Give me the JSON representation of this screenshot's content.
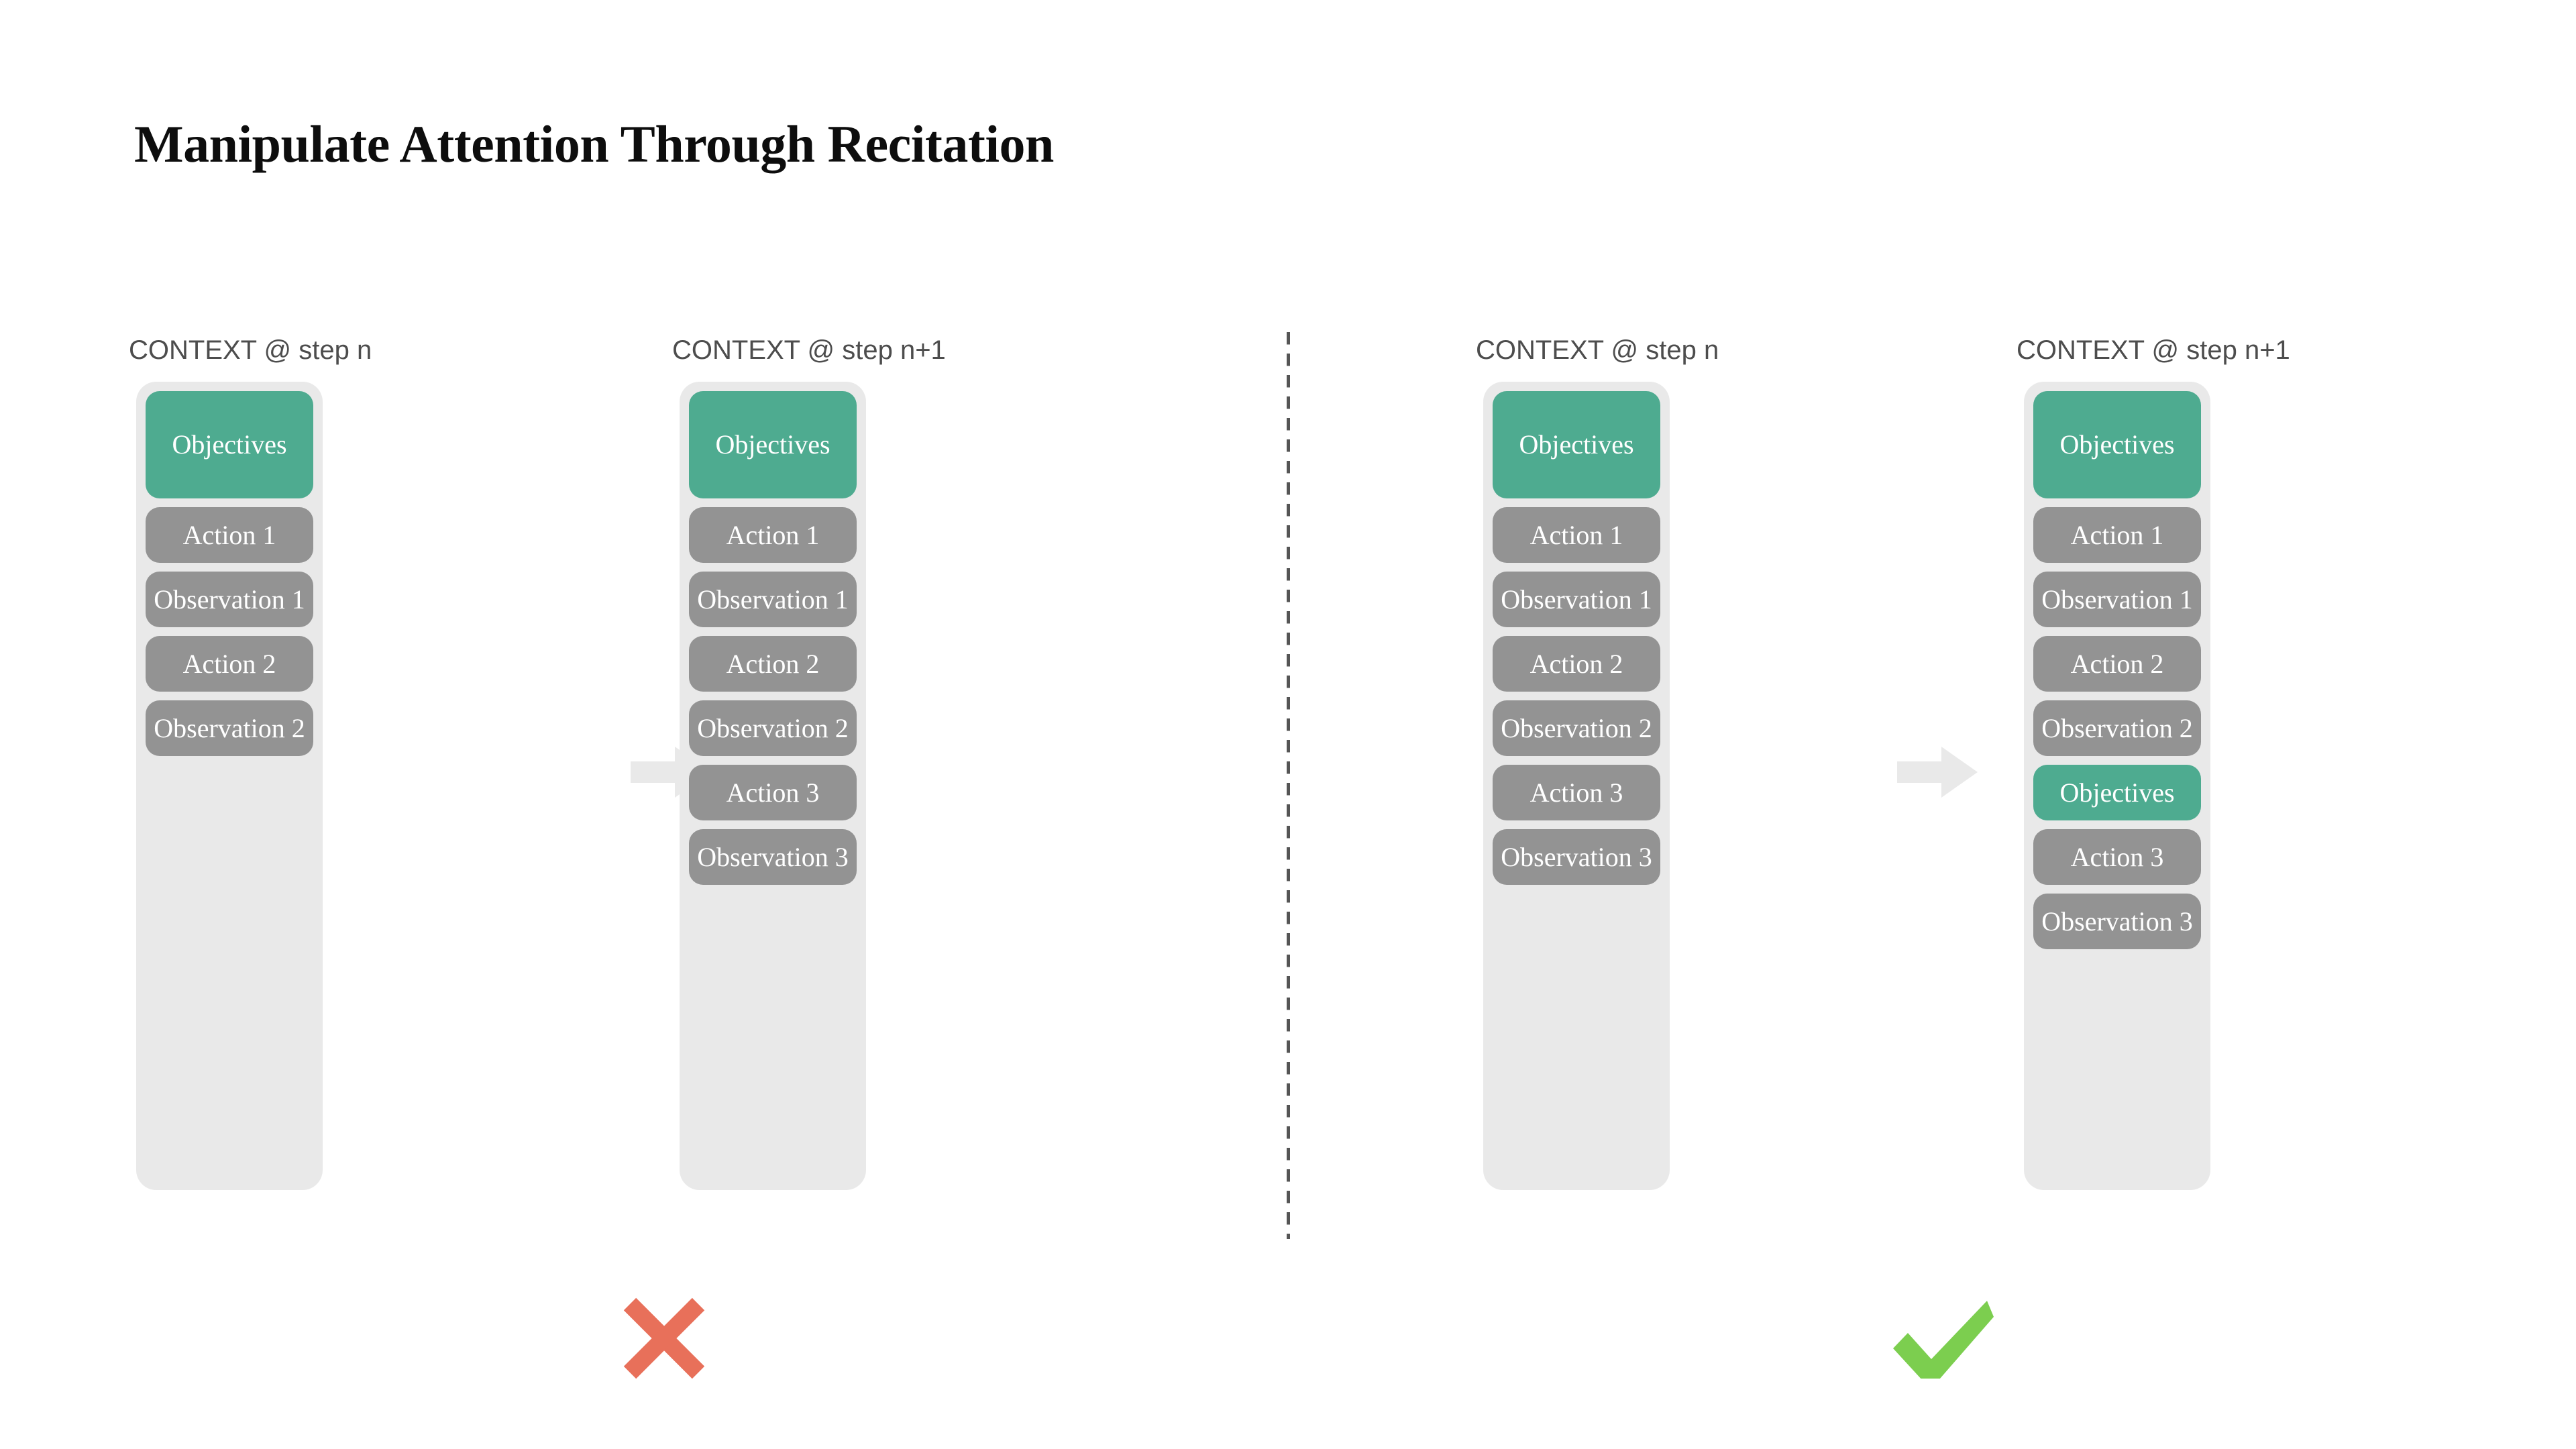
{
  "title": "Manipulate Attention Through Recitation",
  "colors": {
    "objective_teal": "#4EAB90",
    "block_gray": "#939393",
    "container_gray": "#E9E9E9",
    "arrow_gray": "#E9E9E9",
    "cross_red": "#E8705A",
    "check_green": "#7CCE4F",
    "divider_gray": "#555555",
    "title_black": "#0D0D0D",
    "header_gray": "#4D4D4D"
  },
  "columns": [
    {
      "id": "bad-step-n",
      "header": "CONTEXT @ step n",
      "blocks": [
        {
          "label": "Objectives",
          "kind": "objective",
          "size": "tall"
        },
        {
          "label": "Action 1",
          "kind": "normal",
          "size": "short"
        },
        {
          "label": "Observation 1",
          "kind": "normal",
          "size": "short"
        },
        {
          "label": "Action 2",
          "kind": "normal",
          "size": "short"
        },
        {
          "label": "Observation 2",
          "kind": "normal",
          "size": "short"
        }
      ]
    },
    {
      "id": "bad-step-n1",
      "header": "CONTEXT @ step n+1",
      "blocks": [
        {
          "label": "Objectives",
          "kind": "objective",
          "size": "tall"
        },
        {
          "label": "Action 1",
          "kind": "normal",
          "size": "short"
        },
        {
          "label": "Observation 1",
          "kind": "normal",
          "size": "short"
        },
        {
          "label": "Action 2",
          "kind": "normal",
          "size": "short"
        },
        {
          "label": "Observation 2",
          "kind": "normal",
          "size": "short"
        },
        {
          "label": "Action 3",
          "kind": "normal",
          "size": "short"
        },
        {
          "label": "Observation 3",
          "kind": "normal",
          "size": "short"
        }
      ]
    },
    {
      "id": "good-step-n",
      "header": "CONTEXT @ step n",
      "blocks": [
        {
          "label": "Objectives",
          "kind": "objective",
          "size": "tall"
        },
        {
          "label": "Action 1",
          "kind": "normal",
          "size": "short"
        },
        {
          "label": "Observation 1",
          "kind": "normal",
          "size": "short"
        },
        {
          "label": "Action 2",
          "kind": "normal",
          "size": "short"
        },
        {
          "label": "Observation 2",
          "kind": "normal",
          "size": "short"
        },
        {
          "label": "Action 3",
          "kind": "normal",
          "size": "short"
        },
        {
          "label": "Observation 3",
          "kind": "normal",
          "size": "short"
        }
      ]
    },
    {
      "id": "good-step-n1",
      "header": "CONTEXT @ step n+1",
      "blocks": [
        {
          "label": "Objectives",
          "kind": "objective",
          "size": "tall"
        },
        {
          "label": "Action 1",
          "kind": "normal",
          "size": "short"
        },
        {
          "label": "Observation 1",
          "kind": "normal",
          "size": "short"
        },
        {
          "label": "Action 2",
          "kind": "normal",
          "size": "short"
        },
        {
          "label": "Observation 2",
          "kind": "normal",
          "size": "short"
        },
        {
          "label": "Objectives",
          "kind": "objective",
          "size": "short"
        },
        {
          "label": "Action 3",
          "kind": "normal",
          "size": "short"
        },
        {
          "label": "Observation 3",
          "kind": "normal",
          "size": "short"
        }
      ]
    }
  ],
  "arrows": [
    {
      "id": "arrow-left",
      "icon": "right-arrow-icon"
    },
    {
      "id": "arrow-right",
      "icon": "right-arrow-icon"
    }
  ],
  "verdicts": [
    {
      "id": "verdict-bad",
      "icon": "cross-mark-icon",
      "meaning": "incorrect"
    },
    {
      "id": "verdict-good",
      "icon": "check-mark-icon",
      "meaning": "correct"
    }
  ]
}
